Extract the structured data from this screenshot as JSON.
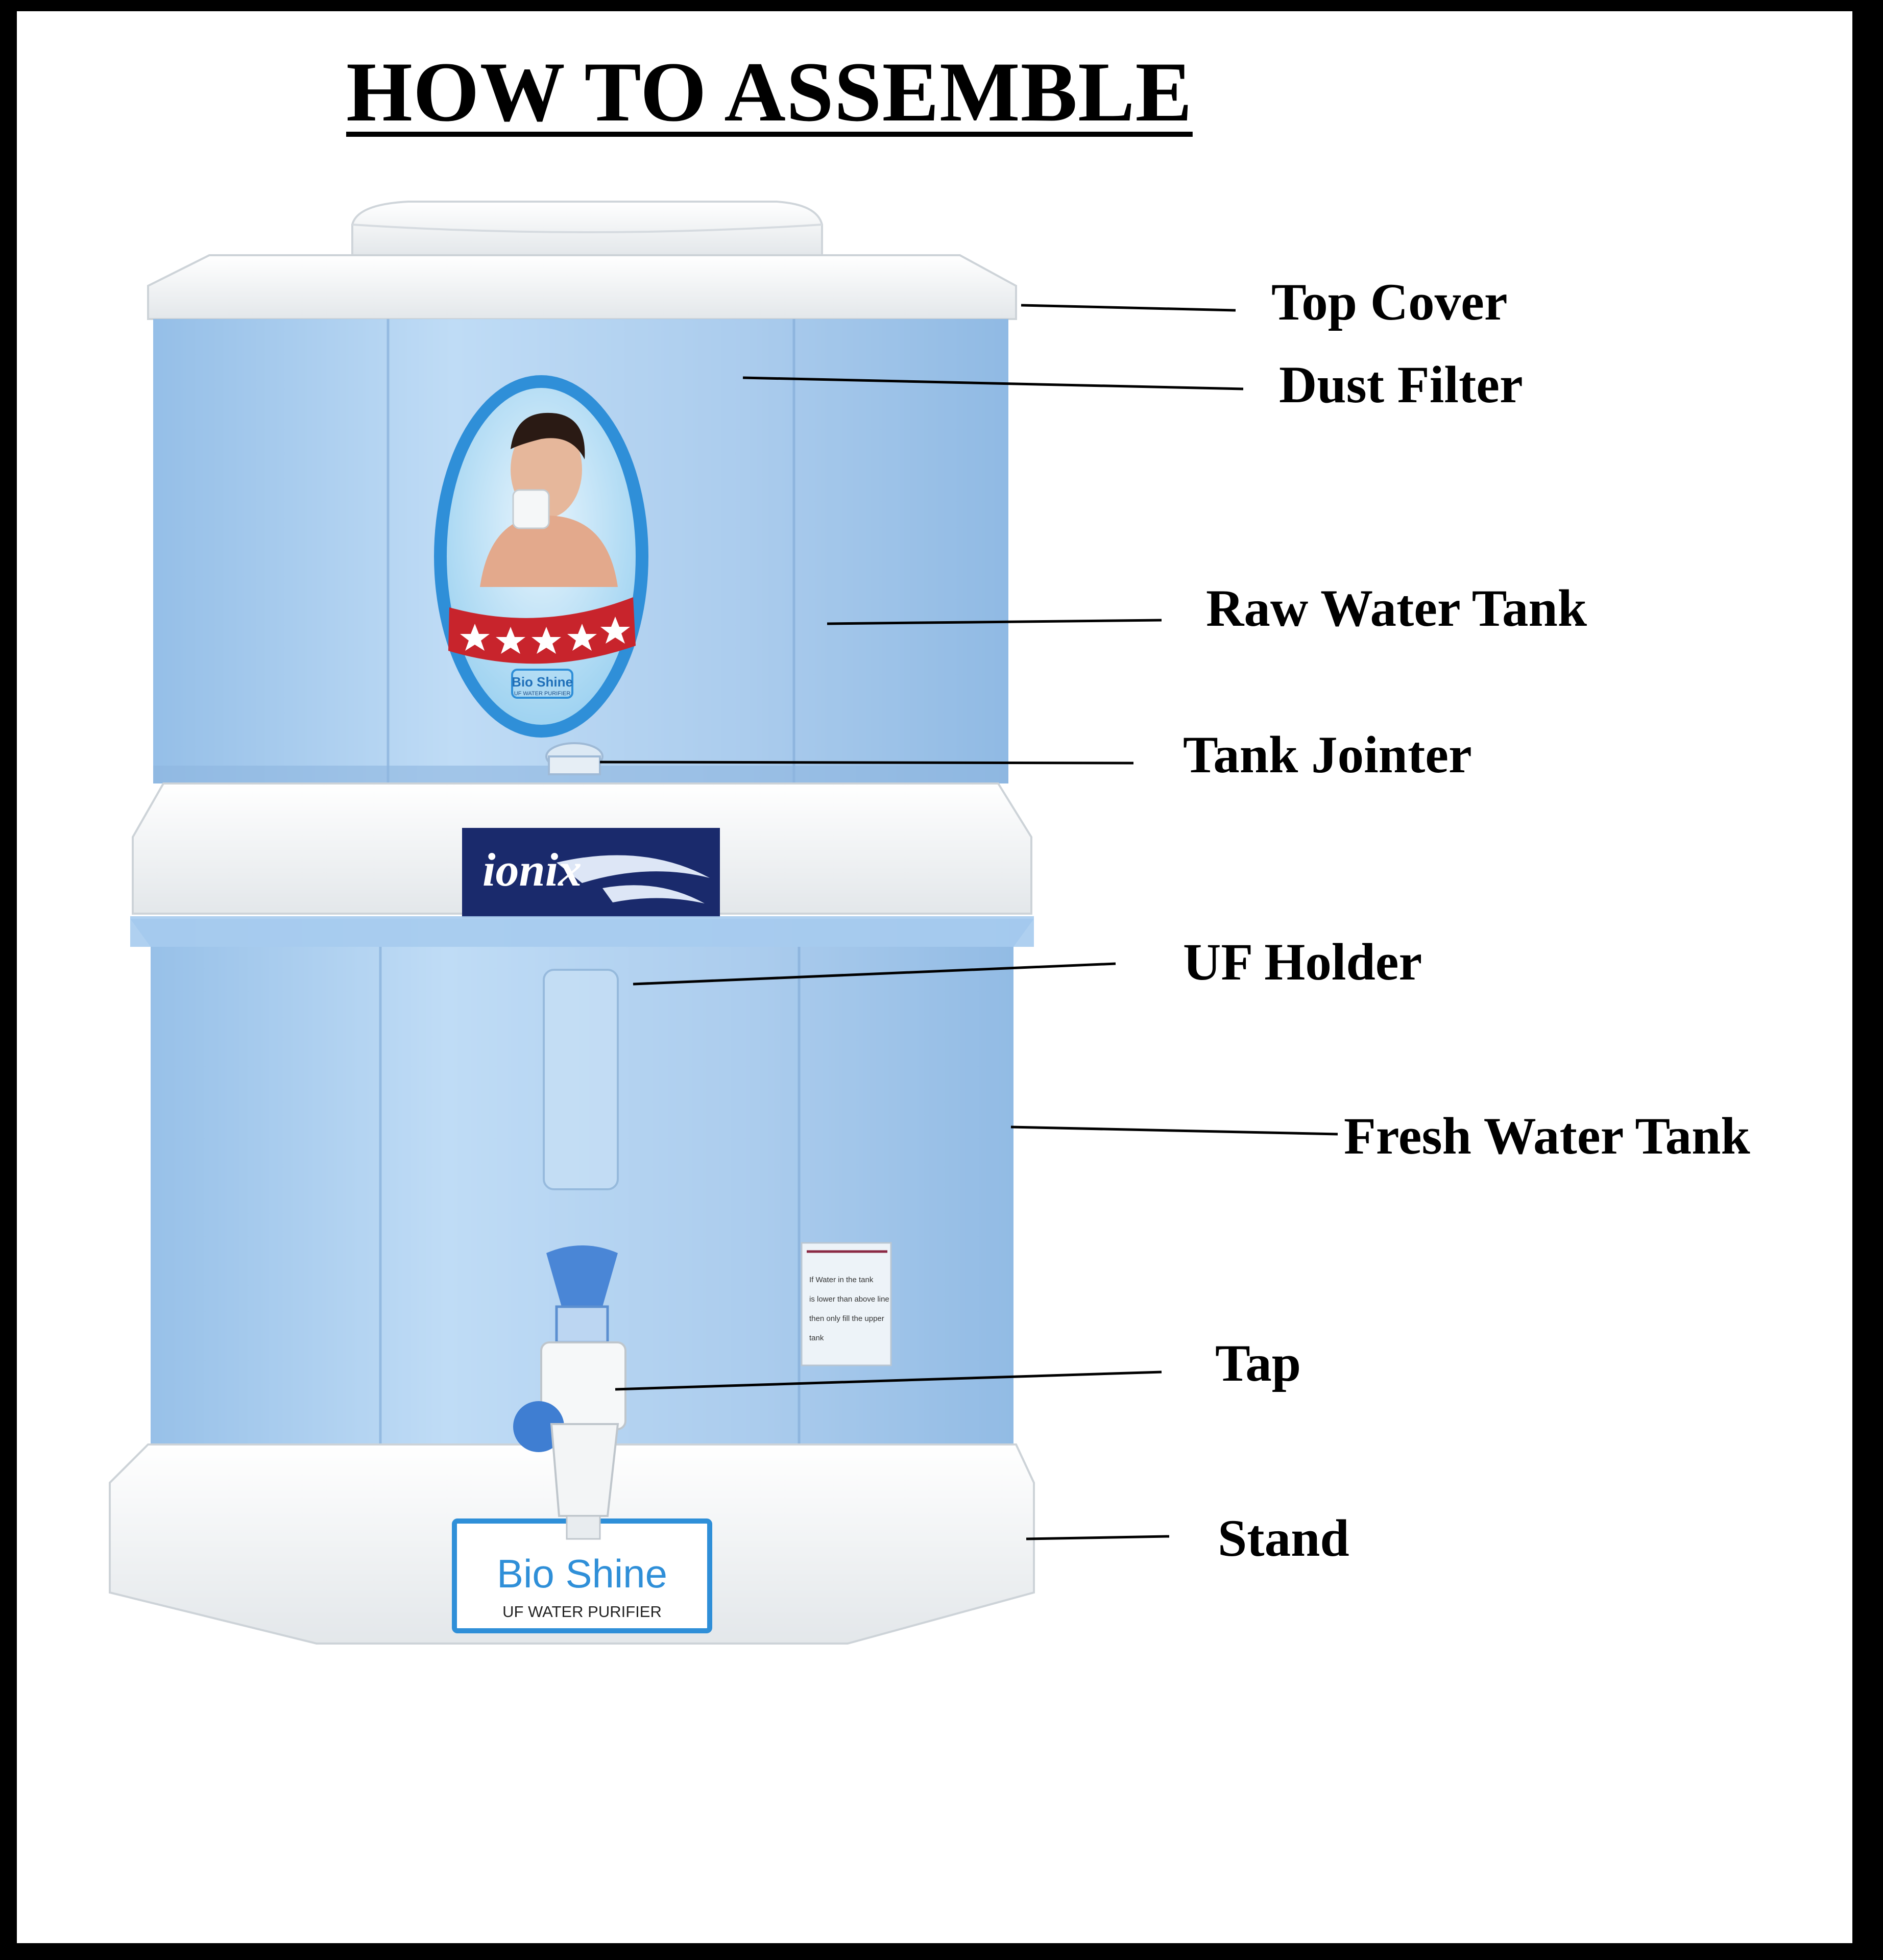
{
  "title": "HOW TO ASSEMBLE",
  "labels": {
    "top_cover": "Top Cover",
    "dust_filter": "Dust Filter",
    "raw_water_tank": "Raw Water Tank",
    "tank_jointer": "Tank Jointer",
    "uf_holder": "UF Holder",
    "fresh_water_tank": "Fresh Water Tank",
    "tap": "Tap",
    "stand": "Stand"
  },
  "product": {
    "brand": "ionix",
    "sticker_brand": "Bio Shine",
    "sticker_sub": "UF WATER PURIFIER",
    "oval_brand": "Bio Shine",
    "oval_sub": "UF WATER PURIFIER",
    "warning_lines": [
      "If Water in the tank",
      "is lower than above line",
      "then only fill the upper",
      "tank"
    ]
  },
  "colors": {
    "tank_blue": "#a9cdee",
    "plastic_white": "#f4f6f7",
    "logo_navy": "#1a2a6c",
    "banner_red": "#c8242c",
    "oval_blue": "#2f8fd8"
  }
}
